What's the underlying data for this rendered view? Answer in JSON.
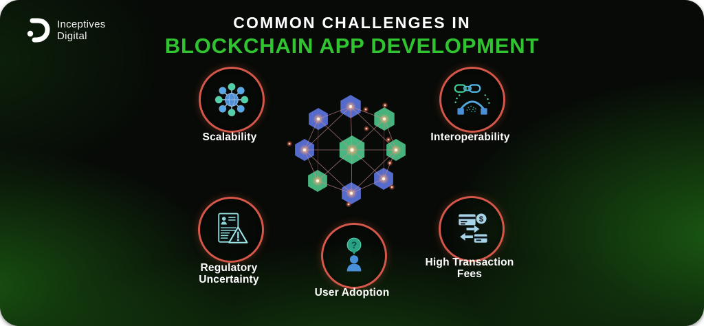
{
  "logo": {
    "line1": "Inceptives",
    "line2": "Digital"
  },
  "title": {
    "line1": "COMMON CHALLENGES IN",
    "line2": "BLOCKCHAIN APP DEVELOPMENT",
    "line1_color": "#ffffff",
    "line2_color": "#31c431"
  },
  "challenges": [
    {
      "id": "scalability",
      "label": "Scalability",
      "label_lines": [
        "Scalability"
      ],
      "icon": "network-nodes-icon"
    },
    {
      "id": "interoperability",
      "label": "Interoperability",
      "label_lines": [
        "Interoperability"
      ],
      "icon": "chain-link-bridge-icon"
    },
    {
      "id": "regulatory-uncertainty",
      "label": "Regulatory Uncertainty",
      "label_lines": [
        "Regulatory",
        "Uncertainty"
      ],
      "icon": "document-warning-icon"
    },
    {
      "id": "user-adoption",
      "label": "User Adoption",
      "label_lines": [
        "User Adoption"
      ],
      "icon": "person-question-icon"
    },
    {
      "id": "high-transaction-fees",
      "label": "High Transaction Fees",
      "label_lines": [
        "High Transaction",
        "Fees"
      ],
      "icon": "card-dollar-exchange-icon"
    }
  ],
  "colors": {
    "accent_ring_red": "#d5574a",
    "title_green": "#31c431",
    "hexagon_blue": "#5b74dc",
    "hexagon_green": "#4cbd85",
    "mesh_line_pink": "#cf8d93",
    "icon_teal": "#8fd8d8",
    "icon_blue": "#4a90d9",
    "icon_light_blue": "#a8d4ea",
    "bubble_green": "#2aa183",
    "background": "#070a07"
  }
}
